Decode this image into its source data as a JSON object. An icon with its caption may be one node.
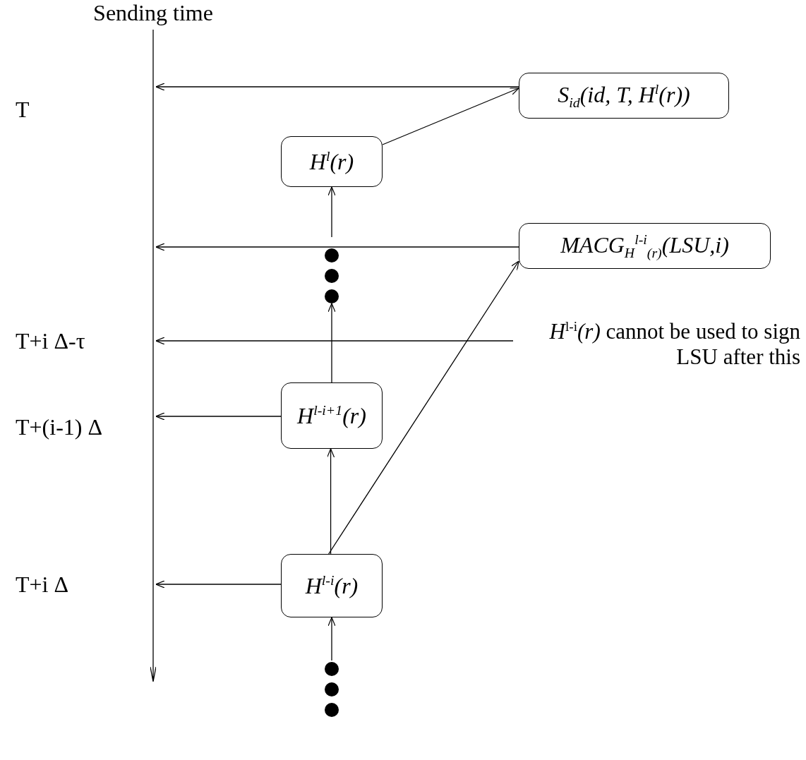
{
  "diagram": {
    "nodes": [
      {
        "text": [
          "S$_{id}$(id, T, H$^{l}$(r))"
        ]
      },
      {
        "text": [
          "H$^{l}$(r)"
        ]
      },
      {
        "text": [
          "MACG$_{H}$$^{l-i}$$_{(r)}$(LSU,i)"
        ]
      },
      {
        "text": [
          "H$^{l-i+1}$(r)"
        ]
      },
      {
        "text": [
          "H$^{l-i}$(r)"
        ]
      },
      {
        "text": [
          "*H*$^{l-i}$*(r)* cannot be used to sign LSU after this"
        ]
      },
      {
        "text": [],
        "shape": "bar",
        "beside": [
          "Sending time"
        ]
      },
      {
        "text": [],
        "shape": "circle"
      },
      {
        "text": [],
        "shape": "circle"
      }
    ],
    "edges": [
      {
        "from": 0,
        "to": 6,
        "arrow": "to"
      },
      {
        "from": 1,
        "to": 0,
        "arrow": "to"
      },
      {
        "from": 2,
        "to": 6,
        "arrow": "to"
      },
      {
        "from": 5,
        "to": 6,
        "arrow": "to"
      },
      {
        "from": 3,
        "to": 6,
        "arrow": "to"
      },
      {
        "from": 4,
        "to": 6,
        "arrow": "to"
      },
      {
        "from": 4,
        "to": 3,
        "arrow": "to"
      },
      {
        "from": 4,
        "to": 2,
        "arrow": "to"
      },
      {
        "from": 7,
        "to": 1,
        "arrow": "to"
      },
      {
        "from": 3,
        "to": 7,
        "arrow": "to"
      },
      {
        "from": 8,
        "to": 4,
        "arrow": "to"
      }
    ],
    "labels": [
      "T",
      "T+i Δ-τ",
      "T+(i-1) Δ",
      "T+i Δ"
    ]
  }
}
